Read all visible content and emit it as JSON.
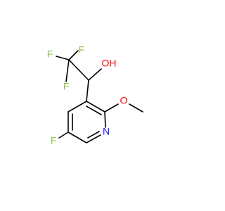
{
  "molecule": {
    "atoms": {
      "f1": "F",
      "f2": "F",
      "f3": "F",
      "oh": "OH",
      "o_methoxy": "O",
      "n_ring": "N",
      "f_ring": "F"
    },
    "colors": {
      "bond": "#000000",
      "fluorine": "#8bc34a",
      "oxygen": "#ff0000",
      "nitrogen": "#1a1aff"
    }
  }
}
